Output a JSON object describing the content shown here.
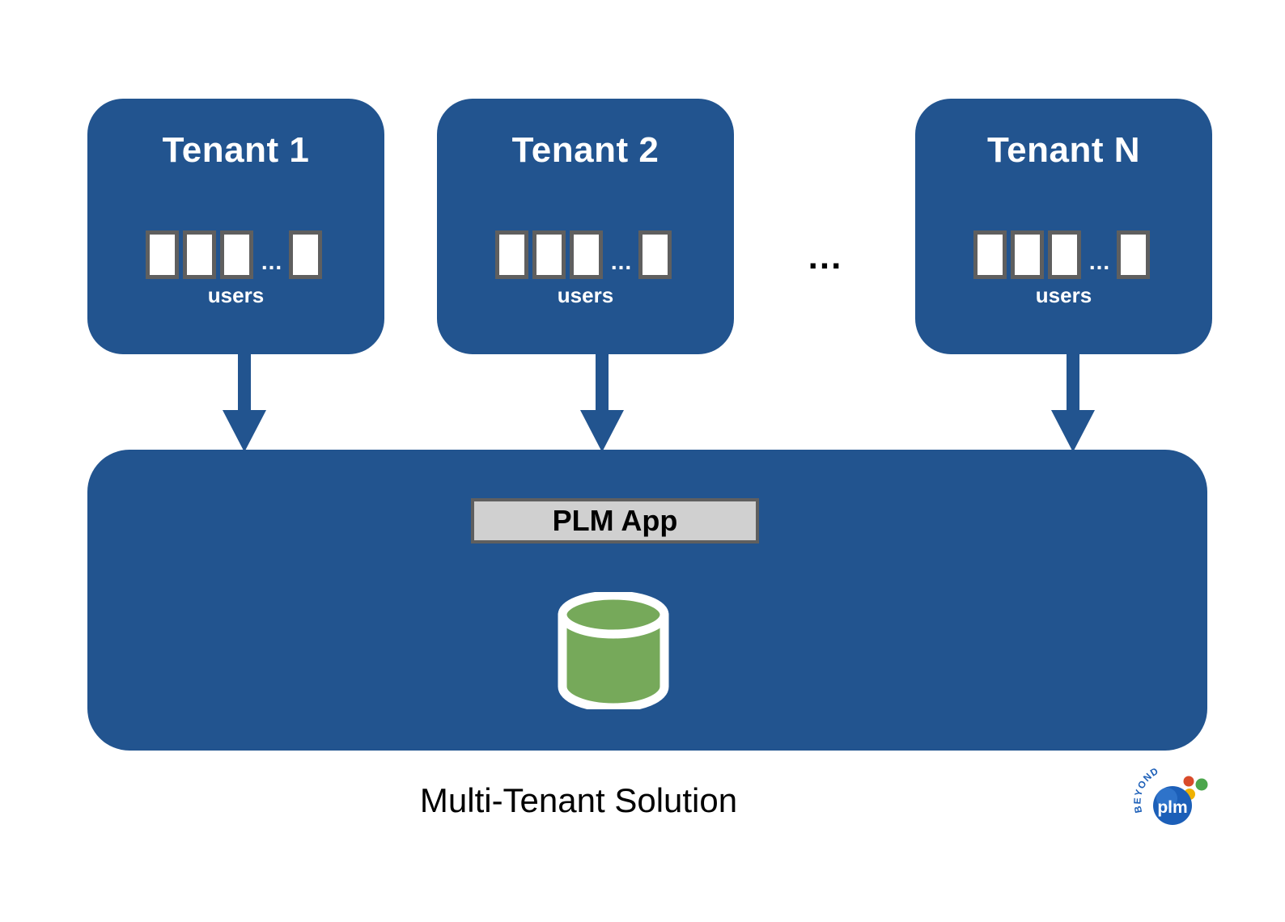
{
  "diagram": {
    "caption": "Multi-Tenant Solution",
    "colors": {
      "tenant_blue": "#22548F",
      "platform_blue": "#22548F",
      "user_box_fill": "#FFFFFF",
      "user_box_border": "#5F5F5F",
      "plm_app_fill": "#D0D0D0",
      "plm_app_border": "#5F5F5F",
      "database_green": "#76A95A",
      "database_outline": "#FFFFFF",
      "arrow_blue": "#22548F",
      "caption_color": "#000000",
      "background": "#FFFFFF"
    },
    "tenants": [
      {
        "title": "Tenant 1",
        "users_label": "users",
        "user_count_visible": 3,
        "users_ellipsis": "...",
        "trailing_user": true
      },
      {
        "title": "Tenant 2",
        "users_label": "users",
        "user_count_visible": 3,
        "users_ellipsis": "...",
        "trailing_user": true
      },
      {
        "title": "Tenant N",
        "users_label": "users",
        "user_count_visible": 3,
        "users_ellipsis": "...",
        "trailing_user": true
      }
    ],
    "tenant_gap_ellipsis": "...",
    "arrows": [
      {
        "name": "tenant-1-to-platform",
        "direction": "down"
      },
      {
        "name": "tenant-2-to-platform",
        "direction": "down"
      },
      {
        "name": "tenant-n-to-platform",
        "direction": "down"
      }
    ],
    "platform": {
      "app_label": "PLM App",
      "database_icon": "database-cylinder-icon"
    },
    "logo": {
      "top_text": "BEYOND",
      "circle_text": "plm",
      "dot_colors": [
        "#D94B2B",
        "#4CA64C",
        "#EFB100"
      ]
    }
  }
}
